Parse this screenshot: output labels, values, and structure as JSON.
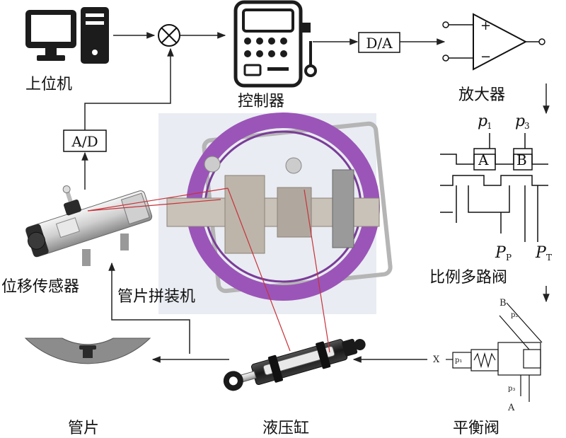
{
  "labels": {
    "host_computer": "上位机",
    "controller": "控制器",
    "amplifier": "放大器",
    "proportional_valve": "比例多路阀",
    "displacement_sensor": "位移传感器",
    "segment_erector": "管片拼装机",
    "segment": "管片",
    "hydraulic_cylinder": "液压缸",
    "balance_valve": "平衡阀"
  },
  "converters": {
    "da": "D/A",
    "ad": "A/D"
  },
  "amp_signs": {
    "plus": "+",
    "minus": "−"
  },
  "valve_ports": {
    "p1_base": "p",
    "p1_sub": "1",
    "p3_base": "p",
    "p3_sub": "3",
    "a": "A",
    "b": "B",
    "pp_base": "P",
    "pp_sub": "P",
    "pt_base": "P",
    "pt_sub": "T"
  },
  "balance_ports": {
    "b": "B",
    "p2": "p₂",
    "x": "X",
    "p1": "p₁",
    "p3": "p₃",
    "a": "A"
  }
}
